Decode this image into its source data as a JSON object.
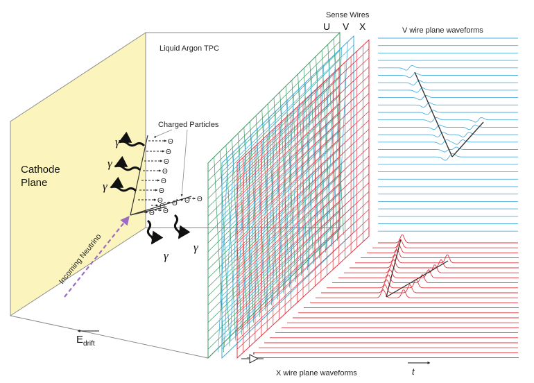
{
  "labels": {
    "tpc": "Liquid Argon TPC",
    "sense_wires": "Sense Wires",
    "wire_u": "U",
    "wire_v": "V",
    "wire_x": "X",
    "v_waveforms": "V wire plane waveforms",
    "x_waveforms": "X wire plane waveforms",
    "charged_particles": "Charged Particles",
    "cathode_line1": "Cathode",
    "cathode_line2": "Plane",
    "incoming_neutrino": "Incoming Neutrino",
    "edrift_e": "E",
    "edrift_sub": "drift",
    "time_axis": "t",
    "gamma": "γ",
    "electron": "Θ"
  },
  "colors": {
    "cathode_fill": "#fbf4bd",
    "u_plane": "#3c9a63",
    "v_plane": "#38a8d8",
    "x_plane": "#e2333d",
    "v_waveform": "#4aaedf",
    "x_waveform": "#e2333d",
    "neutrino": "#9b6bc1",
    "track": "#333333"
  },
  "icons": {
    "amplifier": "amplifier-icon",
    "photon": "photon-wavy-arrow-icon"
  }
}
